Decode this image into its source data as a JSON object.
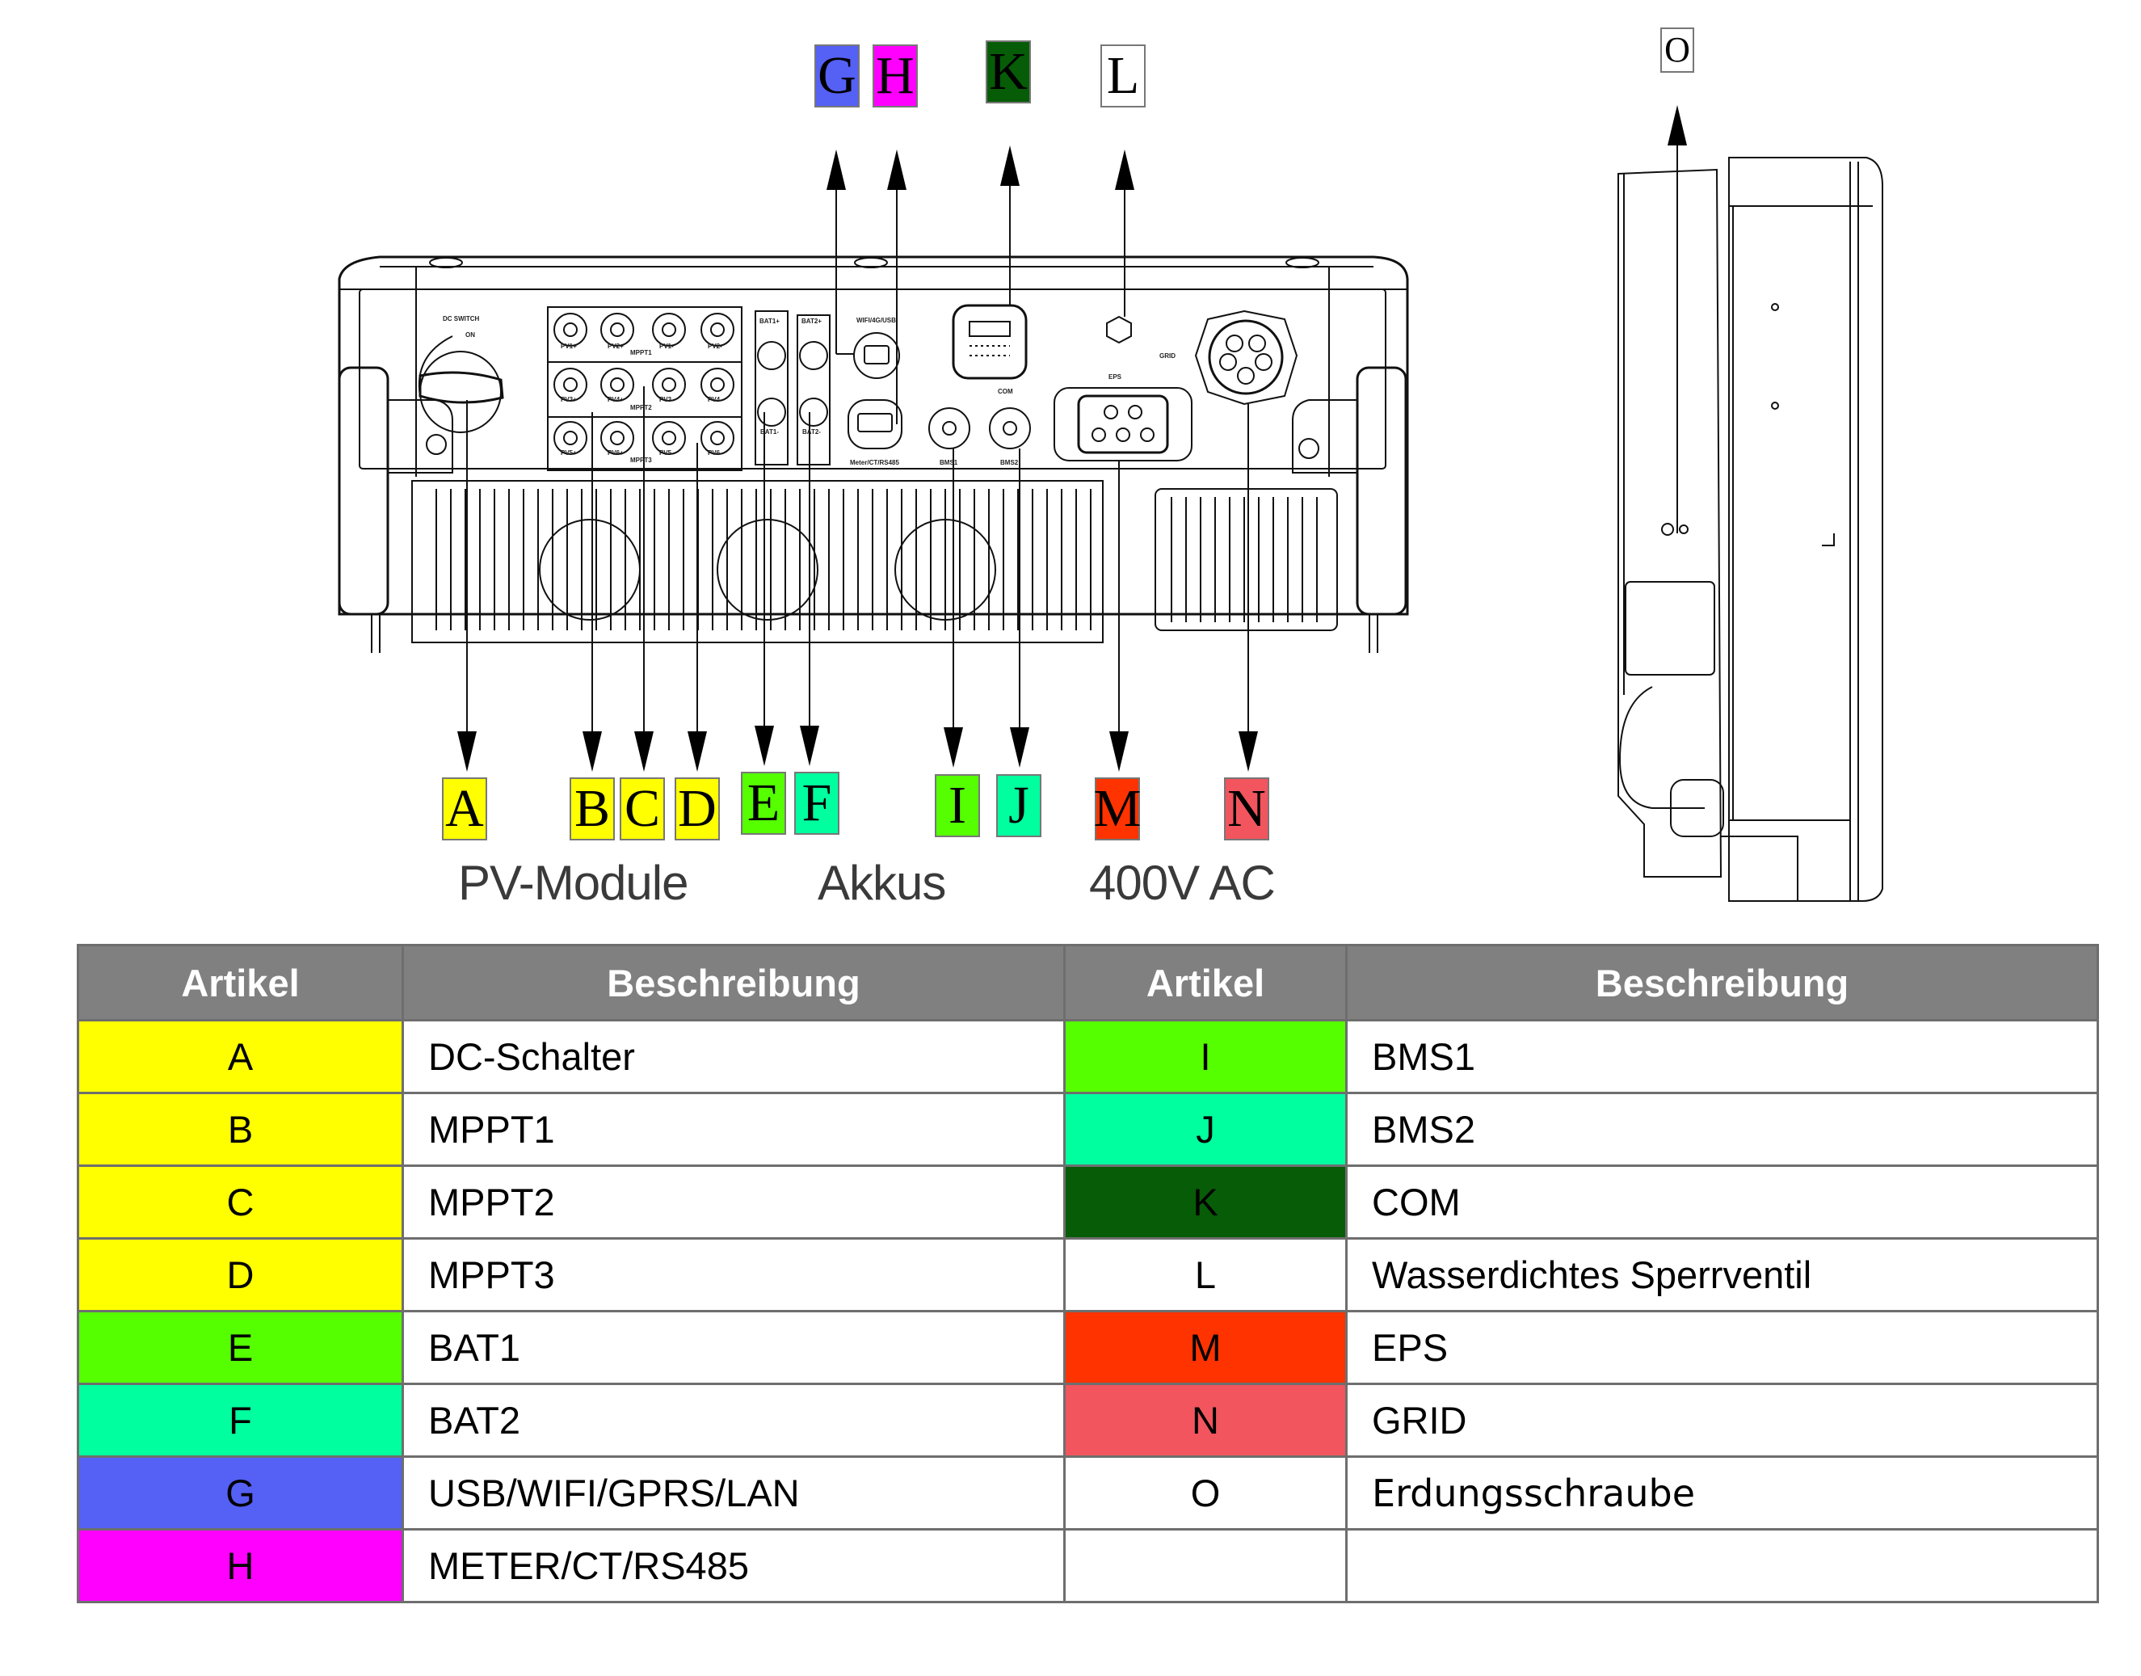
{
  "diagram": {
    "top_labels": [
      {
        "letter": "G",
        "color": "#5560f5"
      },
      {
        "letter": "H",
        "color": "#ff00ff"
      },
      {
        "letter": "K",
        "color": "#075c07"
      },
      {
        "letter": "L",
        "color": "#ffffff"
      },
      {
        "letter": "O",
        "color": "#ffffff"
      }
    ],
    "bottom_labels": [
      {
        "letter": "A",
        "color": "#ffff00"
      },
      {
        "letter": "B",
        "color": "#ffff00"
      },
      {
        "letter": "C",
        "color": "#ffff00"
      },
      {
        "letter": "D",
        "color": "#ffff00"
      },
      {
        "letter": "E",
        "color": "#55ff00"
      },
      {
        "letter": "F",
        "color": "#00ff9f"
      },
      {
        "letter": "I",
        "color": "#55ff00"
      },
      {
        "letter": "J",
        "color": "#00ff9f"
      },
      {
        "letter": "M",
        "color": "#ff3300"
      },
      {
        "letter": "N",
        "color": "#f2555e"
      }
    ],
    "captions": {
      "pv": "PV-Module",
      "akkus": "Akkus",
      "ac": "400V AC"
    },
    "panel_text": {
      "dc_switch": "DC SWITCH",
      "on": "ON",
      "mppt1": "MPPT1",
      "mppt2": "MPPT2",
      "mppt3": "MPPT3",
      "pv1p": "PV1+",
      "pv2p": "PV2+",
      "pv1m": "PV1-",
      "pv2m": "PV2-",
      "pv3p": "PV3+",
      "pv4p": "PV4+",
      "pv3m": "PV3-",
      "pv4m": "PV4-",
      "pv5p": "PV5+",
      "pv6p": "PV6+",
      "pv5m": "PV5-",
      "pv6m": "PV6-",
      "bat1p": "BAT1+",
      "bat1m": "BAT1-",
      "bat2p": "BAT2+",
      "bat2m": "BAT2-",
      "wifi": "WIFI/4G/USB",
      "meter": "Meter/CT/RS485",
      "bms1": "BMS1",
      "bms2": "BMS2",
      "com": "COM",
      "eps": "EPS",
      "grid": "GRID"
    }
  },
  "table": {
    "headers": [
      "Artikel",
      "Beschreibung",
      "Artikel",
      "Beschreibung"
    ],
    "rows": [
      {
        "left": {
          "item": "A",
          "desc": "DC-Schalter",
          "color": "#ffff00"
        },
        "right": {
          "item": "I",
          "desc": "BMS1",
          "color": "#55ff00"
        }
      },
      {
        "left": {
          "item": "B",
          "desc": "MPPT1",
          "color": "#ffff00"
        },
        "right": {
          "item": "J",
          "desc": "BMS2",
          "color": "#00ff9f"
        }
      },
      {
        "left": {
          "item": "C",
          "desc": "MPPT2",
          "color": "#ffff00"
        },
        "right": {
          "item": "K",
          "desc": "COM",
          "color": "#075c07"
        }
      },
      {
        "left": {
          "item": "D",
          "desc": "MPPT3",
          "color": "#ffff00"
        },
        "right": {
          "item": "L",
          "desc": "Wasserdichtes Sperrventil",
          "color": "#ffffff"
        }
      },
      {
        "left": {
          "item": "E",
          "desc": "BAT1",
          "color": "#55ff00"
        },
        "right": {
          "item": "M",
          "desc": "EPS",
          "color": "#ff3300"
        }
      },
      {
        "left": {
          "item": "F",
          "desc": "BAT2",
          "color": "#00ff9f"
        },
        "right": {
          "item": "N",
          "desc": "GRID",
          "color": "#f2555e"
        }
      },
      {
        "left": {
          "item": "G",
          "desc": "USB/WIFI/GPRS/LAN",
          "color": "#5560f5"
        },
        "right": {
          "item": "O",
          "desc": "Erdungsschraube",
          "color": "#ffffff"
        }
      },
      {
        "left": {
          "item": "H",
          "desc": "METER/CT/RS485",
          "color": "#ff00ff"
        },
        "right": {
          "item": "",
          "desc": "",
          "color": "#ffffff"
        }
      }
    ]
  }
}
